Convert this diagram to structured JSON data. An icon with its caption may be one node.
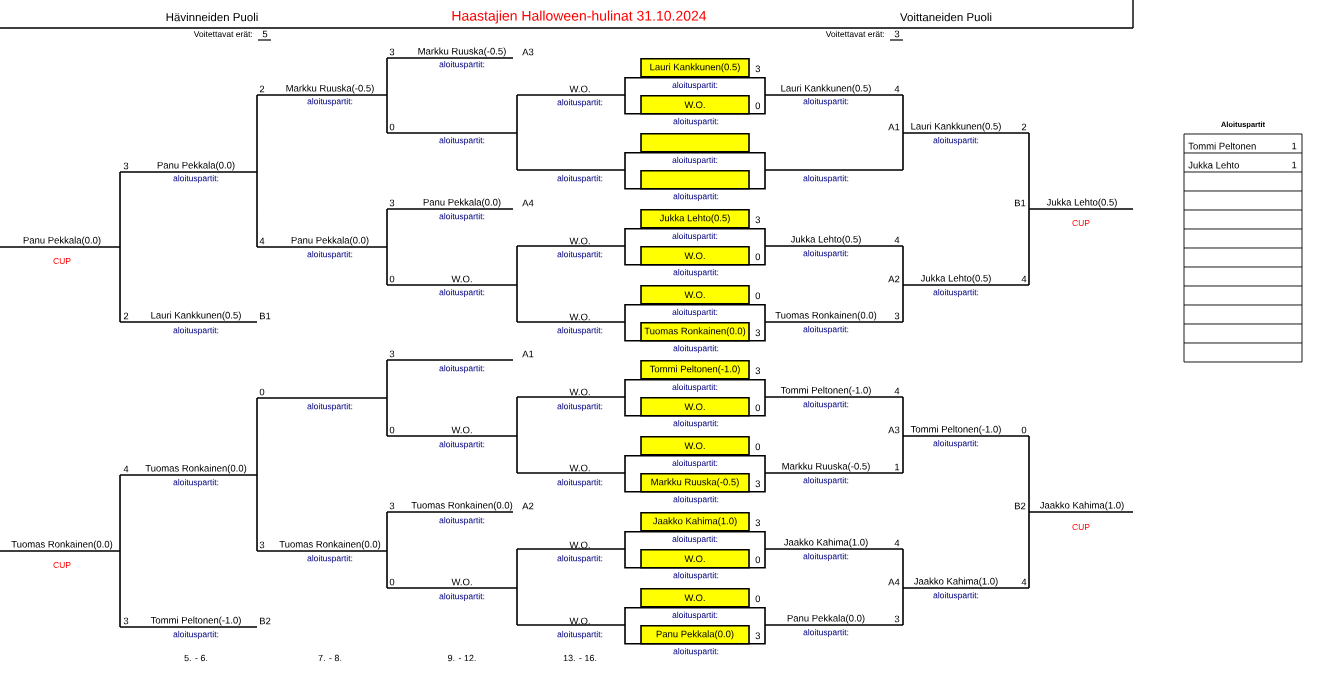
{
  "diagram": {
    "title": "Haastajien Halloween-hulinat 31.10.2024",
    "nodes": [
      {
        "text": [
          "Lauri Kankkunen(0.5)"
        ],
        "beside": [
          "3"
        ]
      },
      {
        "text": [
          "aloituspartit:"
        ]
      },
      {
        "text": [
          "W.O."
        ],
        "in": 1,
        "beside": [
          "0"
        ]
      },
      {
        "text": [],
        "shape": "box"
      },
      {
        "text": [
          "aloituspartit:"
        ]
      },
      {
        "text": [],
        "shape": "box",
        "in": 4
      },
      {
        "text": [
          "Jukka Lehto(0.5)"
        ],
        "beside": [
          "3"
        ]
      },
      {
        "text": [
          "aloituspartit:"
        ]
      },
      {
        "text": [
          "W.O."
        ],
        "in": 7,
        "beside": [
          "0"
        ]
      },
      {
        "text": [
          "W.O."
        ],
        "beside": [
          "0"
        ]
      },
      {
        "text": [
          "aloituspartit:"
        ]
      },
      {
        "text": [
          "Tuomas Ronkainen(0.0)"
        ],
        "in": 10,
        "beside": [
          "3"
        ]
      },
      {
        "text": [
          "Tommi Peltonen(-1.0)"
        ],
        "beside": [
          "3"
        ]
      },
      {
        "text": [
          "aloituspartit:"
        ]
      },
      {
        "text": [
          "W.O."
        ],
        "in": 13,
        "beside": [
          "0"
        ]
      },
      {
        "text": [
          "W.O."
        ],
        "beside": [
          "0"
        ]
      },
      {
        "text": [
          "aloituspartit:"
        ]
      },
      {
        "text": [
          "Markku Ruuska(-0.5)"
        ],
        "in": 16,
        "beside": [
          "3"
        ]
      },
      {
        "text": [
          "Jaakko Kahima(1.0)"
        ],
        "beside": [
          "3"
        ]
      },
      {
        "text": [
          "aloituspartit:"
        ]
      },
      {
        "text": [
          "W.O."
        ],
        "in": 19,
        "beside": [
          "0"
        ]
      },
      {
        "text": [
          "W.O."
        ],
        "beside": [
          "0"
        ]
      },
      {
        "text": [
          "aloituspartit:"
        ]
      },
      {
        "text": [
          "Panu Pekkala(0.0)"
        ],
        "in": 22,
        "beside": [
          "3"
        ]
      }
    ],
    "labels": [
      "Hävinneiden Puoli",
      "Voittaneiden Puoli",
      "Voitettavat erät:",
      "5",
      "Voitettavat erät:",
      "3",
      "Panu Pekkala(0.0)",
      "CUP",
      "Tuomas Ronkainen(0.0)",
      "CUP",
      "3",
      "Panu Pekkala(0.0)",
      "aloituspartit:",
      "2",
      "Lauri Kankkunen(0.5)",
      "B1",
      "aloituspartit:",
      "4",
      "Tuomas Ronkainen(0.0)",
      "aloituspartit:",
      "3",
      "Tommi Peltonen(-1.0)",
      "B2",
      "aloituspartit:",
      "2",
      "Markku Ruuska(-0.5)",
      "aloituspartit:",
      "4",
      "Panu Pekkala(0.0)",
      "aloituspartit:",
      "0",
      "aloituspartit:",
      "3",
      "Tuomas Ronkainen(0.0)",
      "aloituspartit:",
      "3",
      "Markku Ruuska(-0.5)",
      "A3",
      "aloituspartit:",
      "0",
      "aloituspartit:",
      "3",
      "Panu Pekkala(0.0)",
      "A4",
      "aloituspartit:",
      "0",
      "W.O.",
      "aloituspartit:",
      "3",
      "A1",
      "aloituspartit:",
      "0",
      "W.O.",
      "aloituspartit:",
      "3",
      "Tuomas Ronkainen(0.0)",
      "A2",
      "aloituspartit:",
      "0",
      "W.O.",
      "aloituspartit:",
      "W.O.",
      "aloituspartit:",
      "aloituspartit:",
      "W.O.",
      "aloituspartit:",
      "W.O.",
      "aloituspartit:",
      "W.O.",
      "aloituspartit:",
      "W.O.",
      "aloituspartit:",
      "W.O.",
      "aloituspartit:",
      "W.O.",
      "aloituspartit:",
      "Lauri Kankkunen(0.5)",
      "4",
      "aloituspartit:",
      "aloituspartit:",
      "Jukka Lehto(0.5)",
      "4",
      "aloituspartit:",
      "Tuomas Ronkainen(0.0)",
      "3",
      "aloituspartit:",
      "Tommi Peltonen(-1.0)",
      "4",
      "aloituspartit:",
      "Markku Ruuska(-0.5)",
      "1",
      "aloituspartit:",
      "Jaakko Kahima(1.0)",
      "4",
      "aloituspartit:",
      "Panu Pekkala(0.0)",
      "3",
      "aloituspartit:",
      "A1",
      "Lauri Kankkunen(0.5)",
      "2",
      "aloituspartit:",
      "A2",
      "Jukka Lehto(0.5)",
      "4",
      "aloituspartit:",
      "A3",
      "Tommi Peltonen(-1.0)",
      "0",
      "aloituspartit:",
      "A4",
      "Jaakko Kahima(1.0)",
      "4",
      "aloituspartit:",
      "B1",
      "Jukka Lehto(0.5)",
      "CUP",
      "B2",
      "Jaakko Kahima(1.0)",
      "CUP",
      "5. - 6.",
      "7. - 8.",
      "9. - 12.",
      "13. - 16.",
      "Aloituspartit",
      "Tommi Peltonen",
      "1",
      "Jukka Lehto",
      "1",
      "aloituspartit:",
      "aloituspartit:",
      "aloituspartit:",
      "aloituspartit:",
      "aloituspartit:",
      "aloituspartit:",
      "aloituspartit:",
      "aloituspartit:"
    ]
  }
}
